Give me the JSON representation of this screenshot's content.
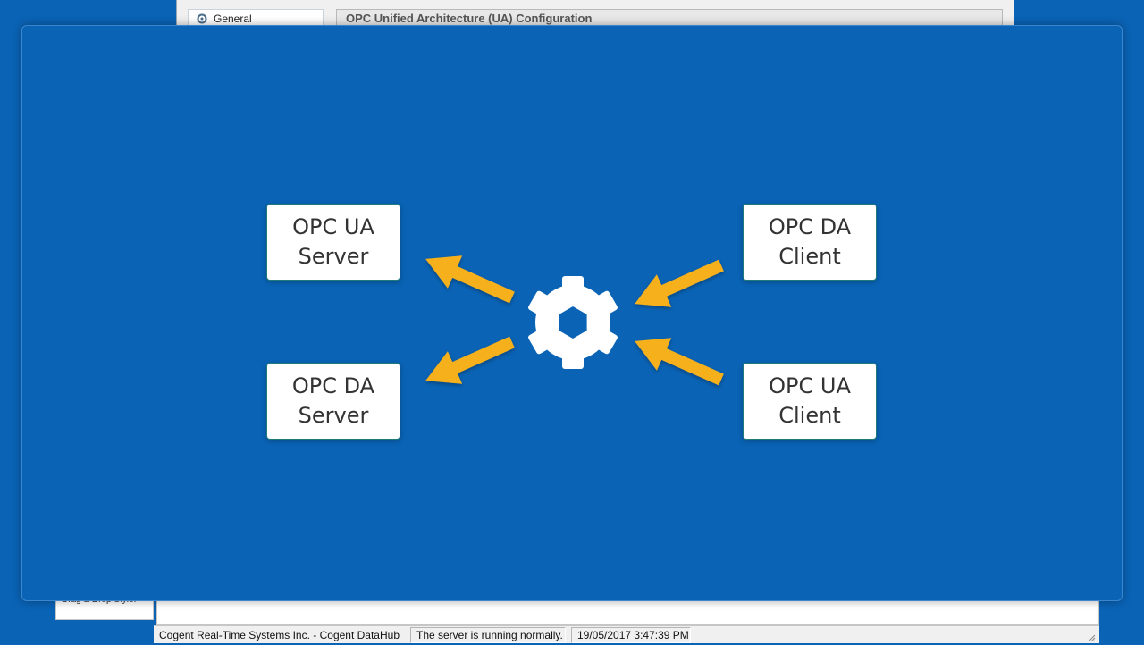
{
  "background_window": {
    "nav_item_label": "General",
    "header_title": "OPC Unified Architecture (UA) Configuration",
    "left_panel_text": "Drag & Drop Style:"
  },
  "status_bar": {
    "company": "Cogent Real-Time Systems Inc. - Cogent DataHub",
    "message": "The server is running normally.",
    "timestamp": "19/05/2017 3:47:39 PM"
  },
  "diagram": {
    "nodes": {
      "opc_ua_server": {
        "line1": "OPC UA",
        "line2": "Server"
      },
      "opc_da_server": {
        "line1": "OPC DA",
        "line2": "Server"
      },
      "opc_da_client": {
        "line1": "OPC DA",
        "line2": "Client"
      },
      "opc_ua_client": {
        "line1": "OPC UA",
        "line2": "Client"
      }
    },
    "center_icon": "gear-icon",
    "arrow_color": "#f5b01e",
    "panel_color": "#0a63b5"
  }
}
